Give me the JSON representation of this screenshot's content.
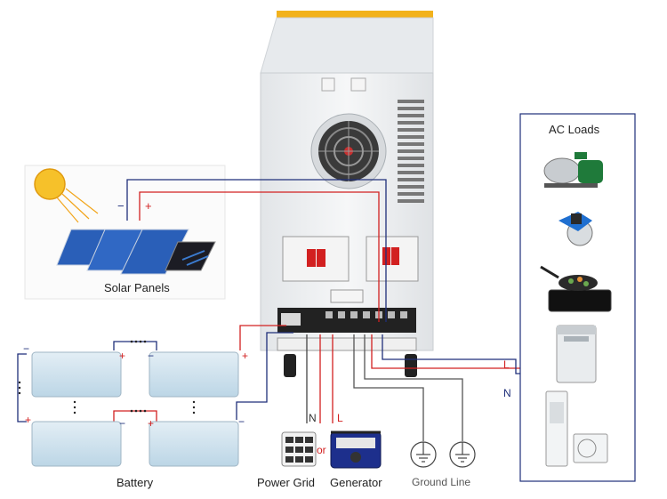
{
  "labels": {
    "ac_loads": "AC Loads",
    "solar_panels": "Solar Panels",
    "battery": "Battery",
    "power_grid": "Power Grid",
    "generator": "Generator",
    "ground_line": "Ground Line",
    "or": "or",
    "neutral": "N",
    "live": "L",
    "plus": "+",
    "minus": "−"
  },
  "colors": {
    "positive_wire": "#d22020",
    "negative_wire": "#1f2f7a",
    "ground_wire": "#555555",
    "sun": "#f6c12a",
    "panel": "#2a5fb8",
    "inverter_body": "#eef0f2",
    "inverter_top": "#f2b21c",
    "battery_body": "#cfe3ef"
  },
  "icons": [
    "sun-icon",
    "solar-panel-icon",
    "inverter-icon",
    "fan-icon",
    "battery-icon",
    "breaker-icon",
    "grid-meter-icon",
    "generator-icon",
    "ground-icon",
    "water-pump-icon",
    "tile-cutter-icon",
    "induction-cooker-icon",
    "washing-machine-icon",
    "air-conditioner-icon"
  ]
}
